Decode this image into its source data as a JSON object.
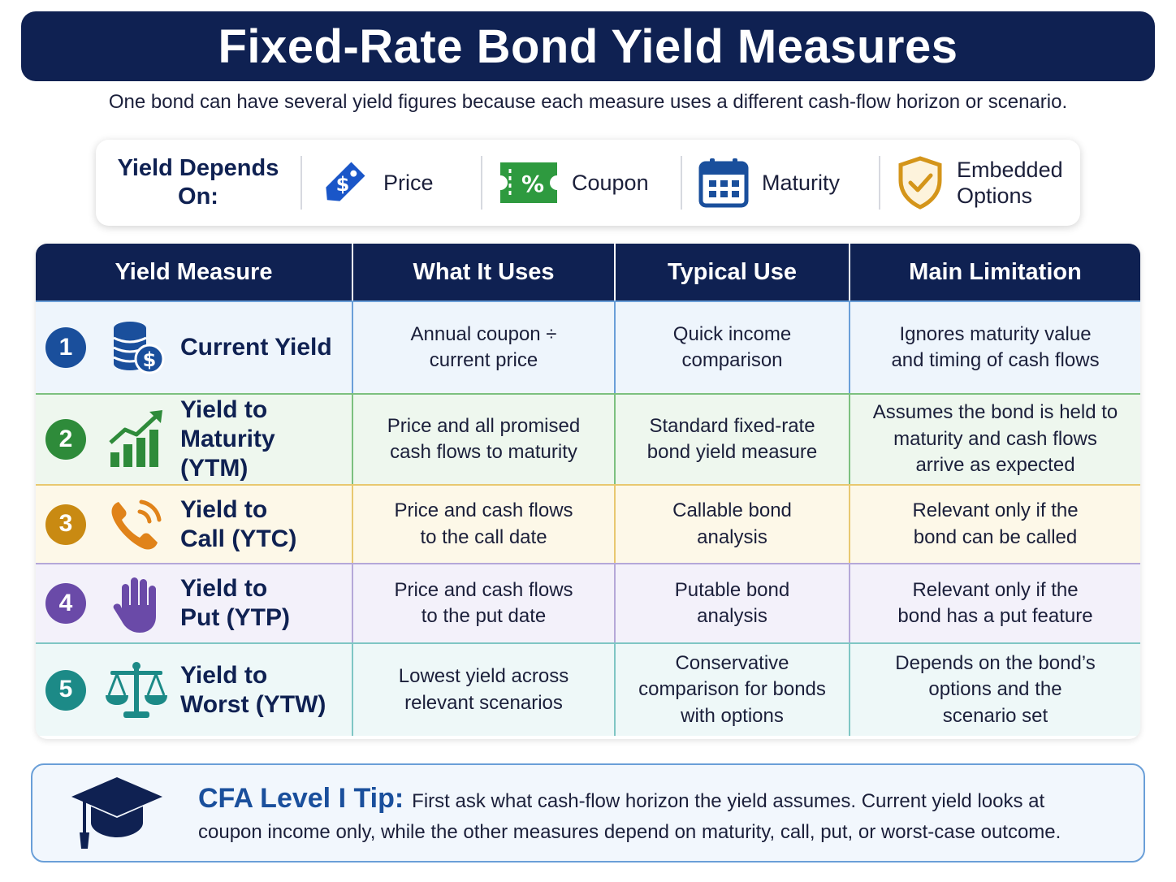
{
  "title": "Fixed-Rate Bond Yield Measures",
  "subtitle": "One bond can have several yield figures because each measure uses a different cash-flow horizon or scenario.",
  "depends": {
    "label": "Yield Depends On:",
    "items": [
      {
        "label": "Price",
        "icon": "price-tag-icon"
      },
      {
        "label": "Coupon",
        "icon": "coupon-ticket-icon"
      },
      {
        "label": "Maturity",
        "icon": "calendar-icon"
      },
      {
        "label": "Embedded Options",
        "icon": "shield-check-icon"
      }
    ]
  },
  "table": {
    "headers": [
      "Yield Measure",
      "What It Uses",
      "Typical Use",
      "Main Limitation"
    ],
    "rows": [
      {
        "num": "1",
        "name": "Current Yield",
        "uses": "Annual coupon ÷ current price",
        "typical": "Quick income comparison",
        "limitation": "Ignores maturity value and timing of cash flows",
        "color": "#1a4f9c",
        "icon": "coins-dollar-icon"
      },
      {
        "num": "2",
        "name": "Yield to Maturity (YTM)",
        "uses": "Price and all promised cash flows to maturity",
        "typical": "Standard fixed-rate bond yield measure",
        "limitation": "Assumes the bond is held to maturity and cash flows arrive as expected",
        "color": "#2e8b3a",
        "icon": "growth-chart-icon"
      },
      {
        "num": "3",
        "name": "Yield to Call (YTC)",
        "uses": "Price and cash flows to the call date",
        "typical": "Callable bond analysis",
        "limitation": "Relevant only if the bond can be called",
        "color": "#c98a12",
        "icon": "phone-call-icon"
      },
      {
        "num": "4",
        "name": "Yield to Put (YTP)",
        "uses": "Price and cash flows to the put date",
        "typical": "Putable bond analysis",
        "limitation": "Relevant only if the bond has a put feature",
        "color": "#6a4aa8",
        "icon": "hand-icon"
      },
      {
        "num": "5",
        "name": "Yield to Worst (YTW)",
        "uses": "Lowest yield across relevant scenarios",
        "typical": "Conservative comparison for bonds with options",
        "limitation": "Depends on the bond’s options and the scenario set",
        "color": "#1c8a87",
        "icon": "balance-scale-icon"
      }
    ]
  },
  "tip": {
    "label": "CFA Level I Tip:",
    "text": "First ask what cash-flow horizon the yield assumes. Current yield looks at coupon income only, while the other measures depend on maturity, call, put, or worst-case outcome.",
    "icon": "graduation-cap-icon"
  }
}
